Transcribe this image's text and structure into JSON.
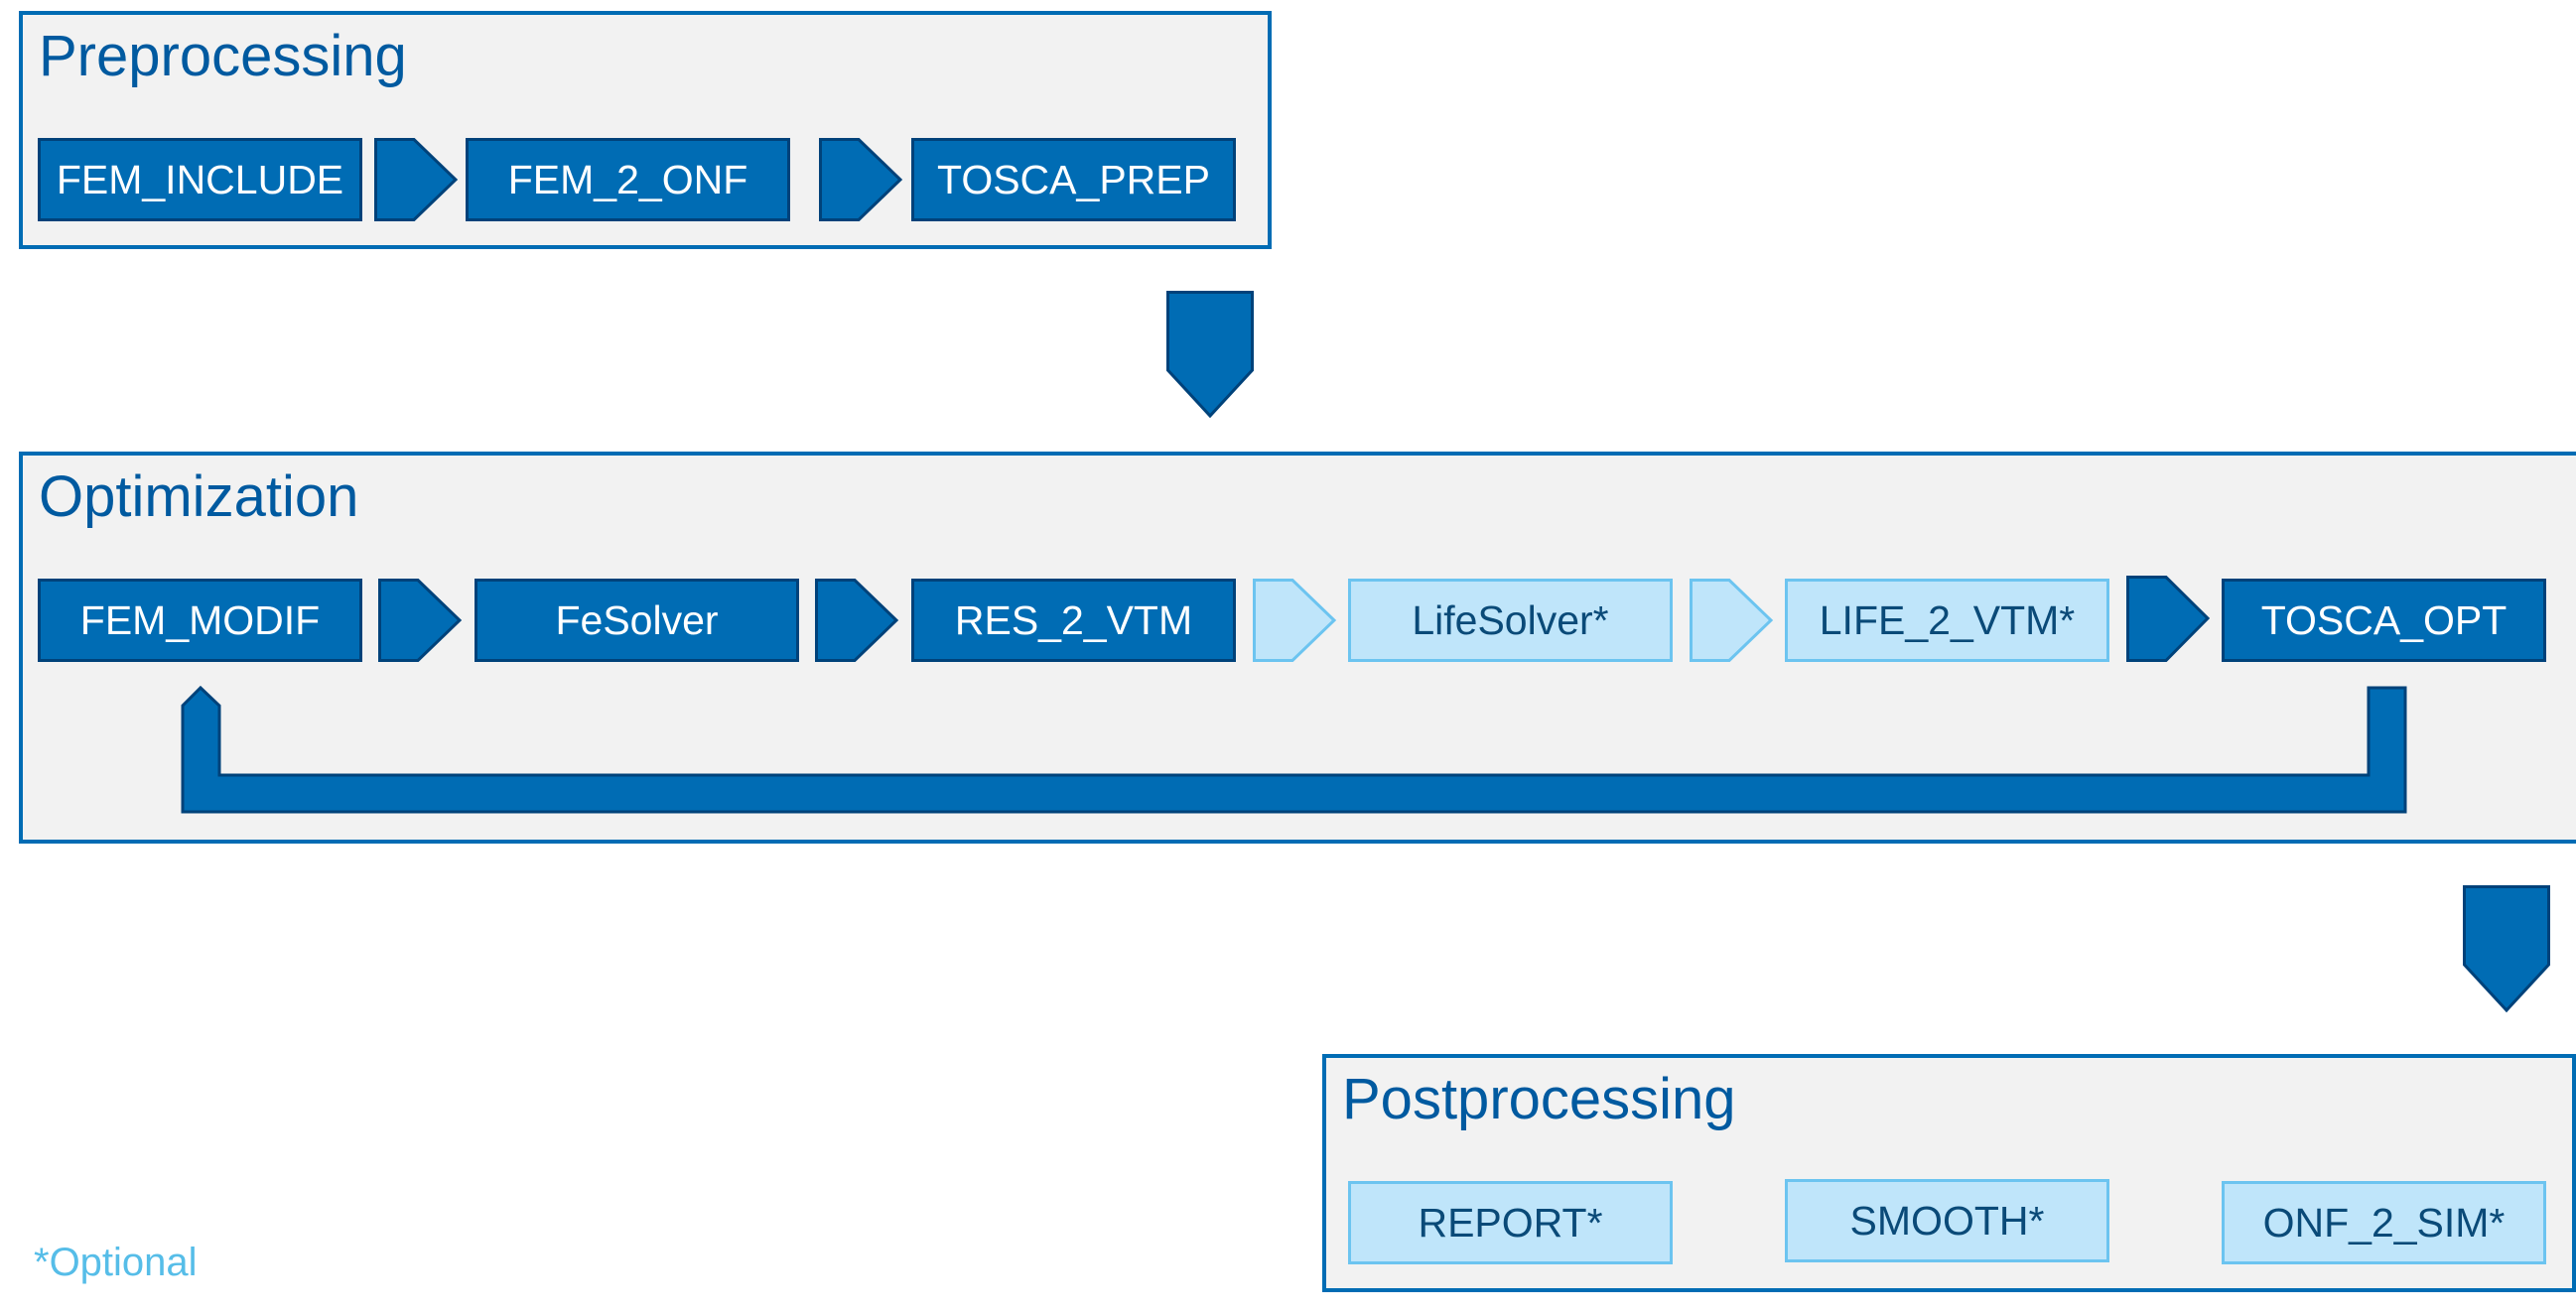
{
  "colors": {
    "dark_fill": "#006cb4",
    "dark_border": "#00427a",
    "light_fill": "#bfe5fa",
    "light_border": "#6cc4f0",
    "panel_fill": "#f2f2f2",
    "title_text": "#005aa0",
    "note_text": "#56bde8"
  },
  "preprocessing": {
    "title": "Preprocessing",
    "steps": [
      "FEM_INCLUDE",
      "FEM_2_ONF",
      "TOSCA_PREP"
    ]
  },
  "optimization": {
    "title": "Optimization",
    "steps": [
      "FEM_MODIF",
      "FeSolver",
      "RES_2_VTM",
      "LifeSolver*",
      "LIFE_2_VTM*",
      "TOSCA_OPT"
    ]
  },
  "postprocessing": {
    "title": "Postprocessing",
    "steps": [
      "REPORT*",
      "SMOOTH*",
      "ONF_2_SIM*"
    ]
  },
  "footnote": "*Optional"
}
